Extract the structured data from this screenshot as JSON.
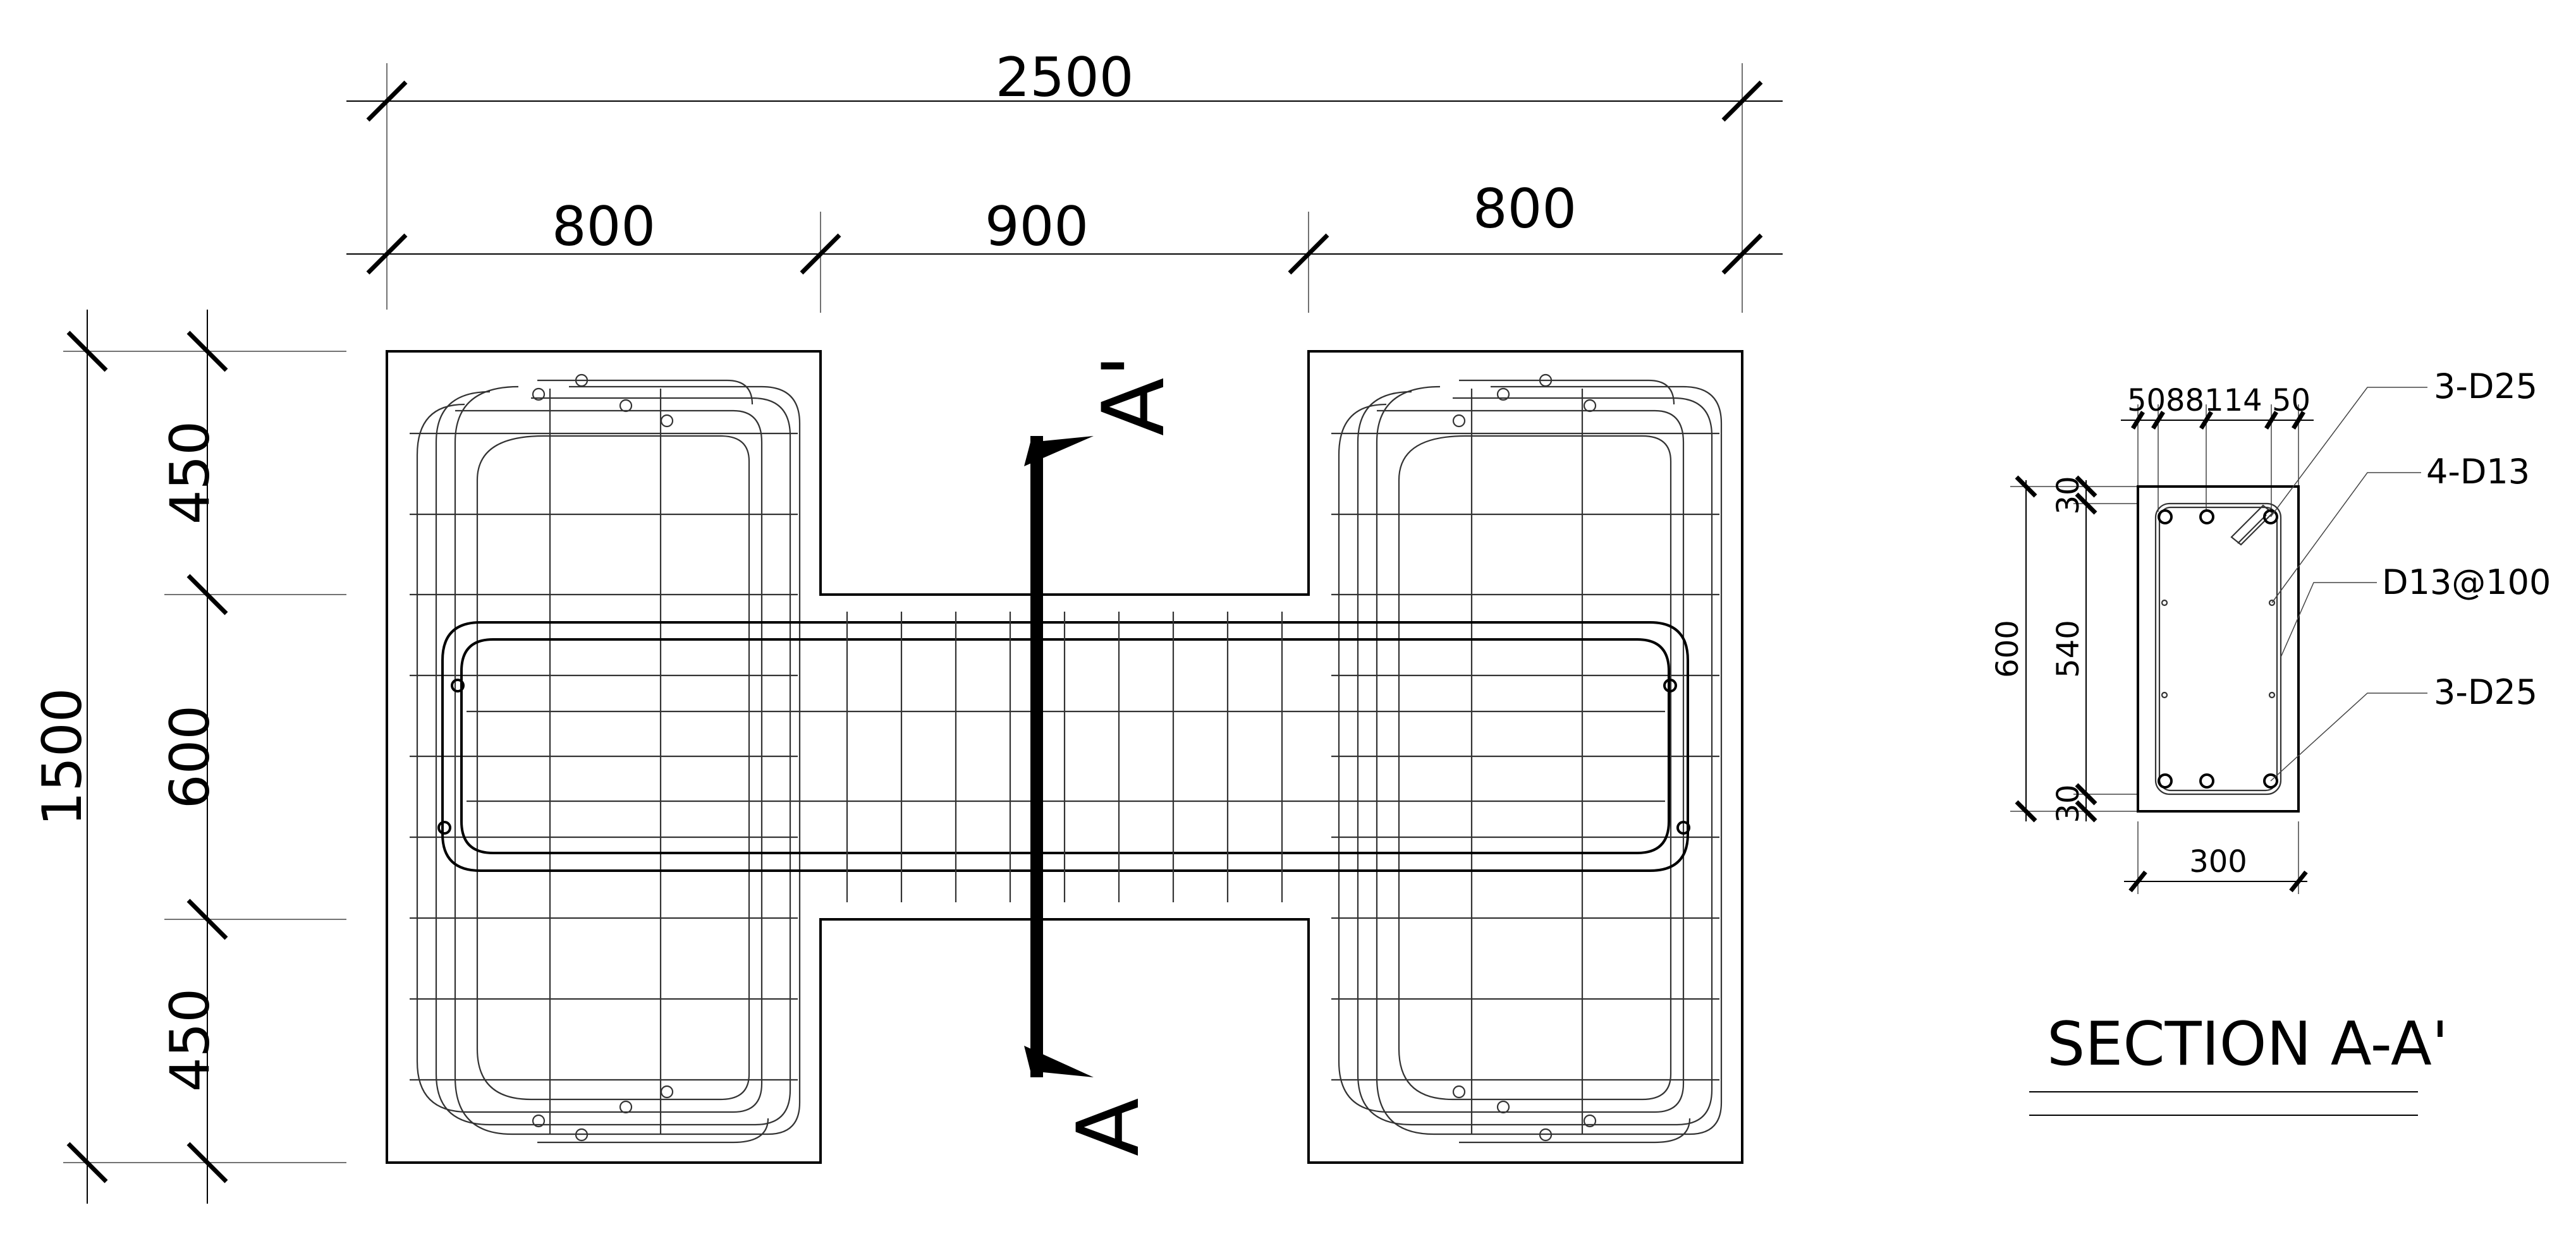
{
  "dimensions": {
    "overall_width": "2500",
    "left_width": "800",
    "middle_width": "900",
    "right_width": "800",
    "overall_height": "1500",
    "top_height": "450",
    "middle_height": "600",
    "bottom_height": "450"
  },
  "section_marks": {
    "top": "A'",
    "bottom": "A"
  },
  "section": {
    "top_spacing": "5088114 50",
    "height": "600",
    "core_height": "540",
    "cover_top": "30",
    "cover_bottom": "30",
    "width": "300",
    "labels": [
      "3-D25",
      "4-D13",
      "D13@100",
      "3-D25"
    ],
    "title": "SECTION A-A'"
  },
  "colors": {
    "ink": "#000000",
    "line": "#333333",
    "background": "#ffffff"
  }
}
